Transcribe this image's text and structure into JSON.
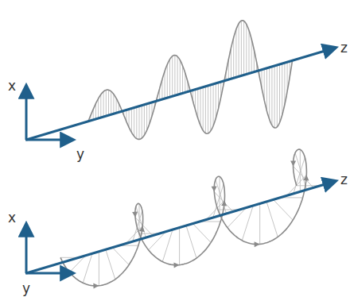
{
  "diagram": {
    "labels": [
      "x",
      "y",
      "z",
      "x",
      "y",
      "z"
    ]
  }
}
